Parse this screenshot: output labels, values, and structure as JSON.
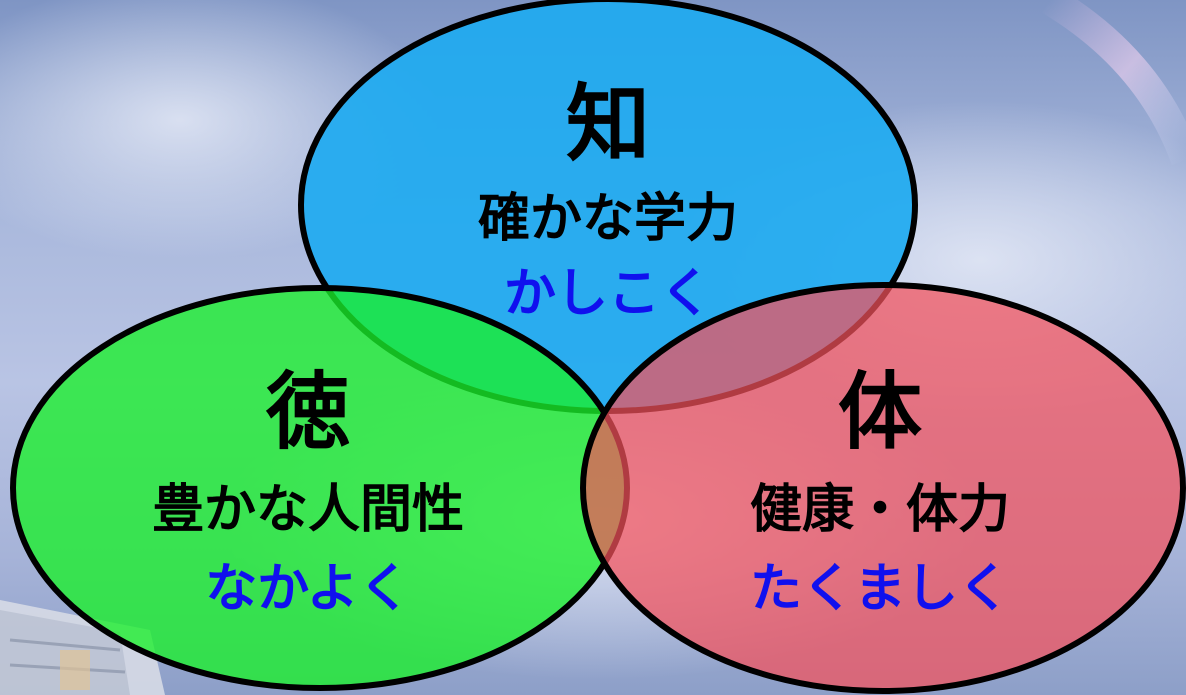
{
  "colors": {
    "knowledge_fill": "#1eaaf0",
    "morality_fill": "#1aef2a",
    "body_fill": "#f4525c",
    "outline": "#000000",
    "sub_text": "#1010ee"
  },
  "circles": {
    "knowledge": {
      "kanji": "知",
      "title": "確かな学力",
      "subtitle": "かしこく"
    },
    "morality": {
      "kanji": "徳",
      "title": "豊かな人間性",
      "subtitle": "なかよく"
    },
    "body": {
      "kanji": "体",
      "title": "健康・体力",
      "subtitle": "たくましく"
    }
  }
}
